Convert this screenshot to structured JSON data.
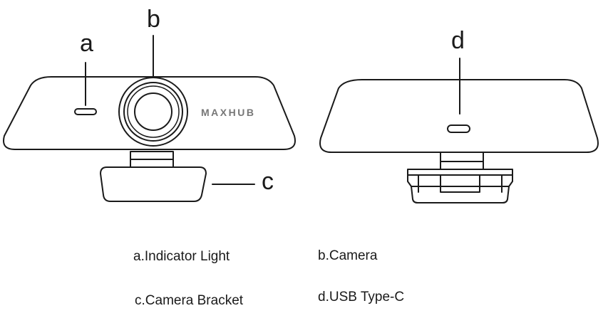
{
  "brand_label": "MAXHUB",
  "callouts": {
    "a": "a",
    "b": "b",
    "c": "c",
    "d": "d"
  },
  "legend": {
    "indicator_light": "a.Indicator Light",
    "camera": "b.Camera",
    "camera_bracket": "c.Camera Bracket",
    "usb_type_c": "d.USB Type-C"
  },
  "colors": {
    "line": "#1a1a1a",
    "brand": "#777777"
  }
}
